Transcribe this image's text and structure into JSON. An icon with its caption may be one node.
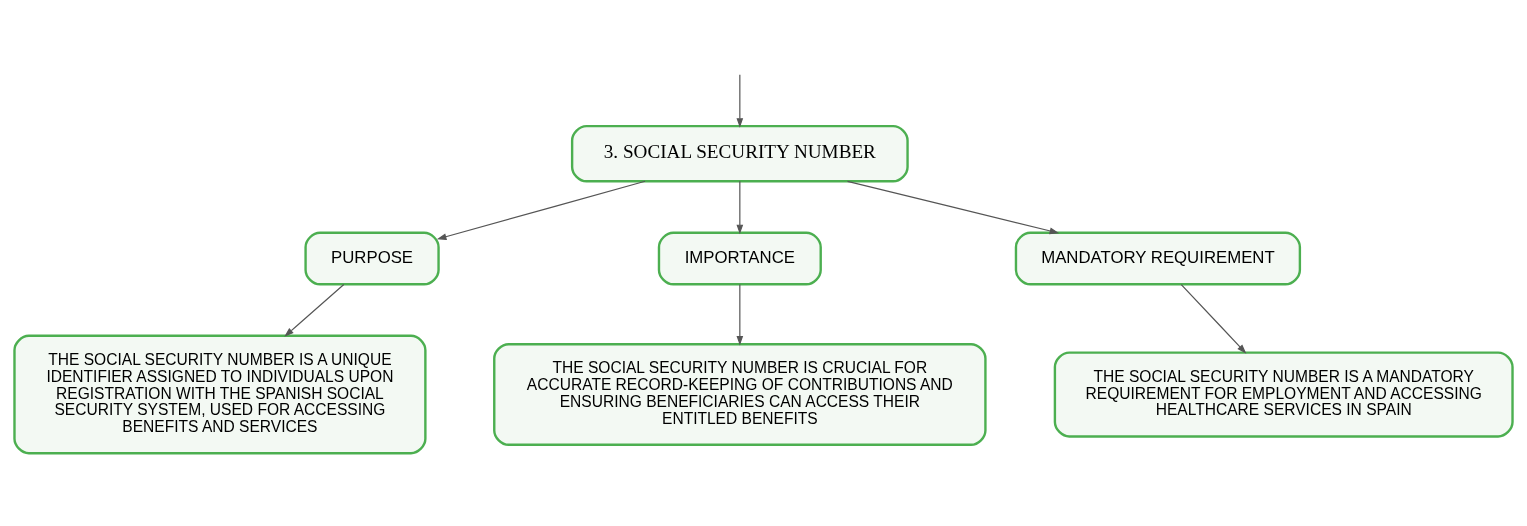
{
  "diagram": {
    "nodes": [
      {
        "text": [
          "3. SOCIAL SECURITY NUMBER"
        ]
      },
      {
        "text": [
          "PURPOSE"
        ]
      },
      {
        "text": [
          "IMPORTANCE"
        ]
      },
      {
        "text": [
          "MANDATORY REQUIREMENT"
        ]
      },
      {
        "text": [
          "THE SOCIAL SECURITY NUMBER IS A UNIQUE IDENTIFIER ASSIGNED TO INDIVIDUALS UPON REGISTRATION WITH THE SPANISH SOCIAL SECURITY SYSTEM, USED FOR ACCESSING BENEFITS AND SERVICES"
        ]
      },
      {
        "text": [
          "THE SOCIAL SECURITY NUMBER IS CRUCIAL FOR ACCURATE RECORD-KEEPING OF CONTRIBUTIONS AND ENSURING BENEFICIARIES CAN ACCESS THEIR ENTITLED BENEFITS"
        ]
      },
      {
        "text": [
          "THE SOCIAL SECURITY NUMBER IS A MANDATORY REQUIREMENT FOR EMPLOYMENT AND ACCESSING HEALTHCARE SERVICES IN SPAIN"
        ]
      }
    ],
    "edges": [
      {
        "from": null,
        "to": 0,
        "arrow": "to"
      },
      {
        "from": 0,
        "to": 1,
        "arrow": "to"
      },
      {
        "from": 0,
        "to": 2,
        "arrow": "to"
      },
      {
        "from": 0,
        "to": 3,
        "arrow": "to"
      },
      {
        "from": 1,
        "to": 4,
        "arrow": "to"
      },
      {
        "from": 2,
        "to": 5,
        "arrow": "to"
      },
      {
        "from": 3,
        "to": 6,
        "arrow": "to"
      }
    ]
  }
}
